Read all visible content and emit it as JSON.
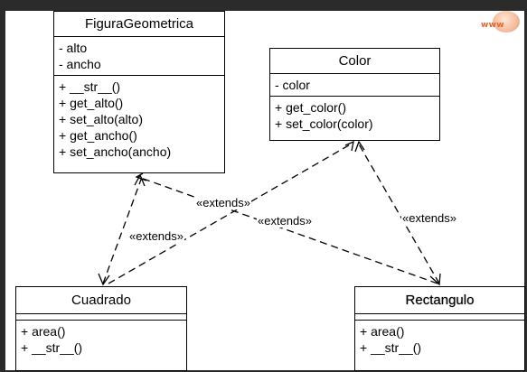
{
  "classes": {
    "figura": {
      "name": "FiguraGeometrica",
      "attributes": [
        "- alto",
        "- ancho"
      ],
      "operations": [
        "+ __str__()",
        "+ get_alto()",
        "+ set_alto(alto)",
        "+ get_ancho()",
        "+ set_ancho(ancho)"
      ]
    },
    "color": {
      "name": "Color",
      "attributes": [
        "- color"
      ],
      "operations": [
        "+ get_color()",
        "+ set_color(color)"
      ]
    },
    "cuadrado": {
      "name": "Cuadrado",
      "attributes": [],
      "operations": [
        "+ area()",
        "+ __str__()"
      ]
    },
    "rectangulo": {
      "name": "Rectangulo",
      "attributes": [],
      "operations": [
        "+ area()",
        "+ __str__()"
      ]
    }
  },
  "relations": {
    "cuadrado_figura": "«extends»",
    "cuadrado_color": "«extends»",
    "rectangulo_figura": "«extends»",
    "rectangulo_color": "«extends»"
  },
  "logo": {
    "text": "www"
  },
  "colors": {
    "line": "#000000",
    "frame": "#2b2b2b",
    "logo_text": "#e0662c"
  }
}
